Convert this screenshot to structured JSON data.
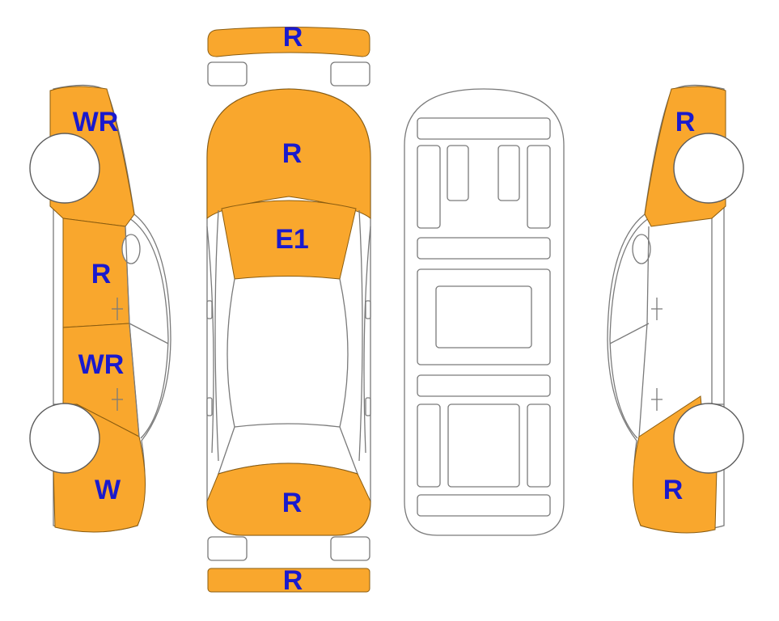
{
  "colors": {
    "damaged": "#F9A72D",
    "label": "#1A1ACD",
    "outline": "#7A7A7A"
  },
  "labels": {
    "rear_bumper_top": "R",
    "hood": "R",
    "windshield": "E1",
    "roof_rear": "R",
    "front_bumper_bottom": "R",
    "left_front_fender": "WR",
    "left_front_door": "R",
    "left_rear_door": "WR",
    "left_rear_quarter": "W",
    "right_front_fender": "R",
    "right_rear_quarter": "R"
  }
}
